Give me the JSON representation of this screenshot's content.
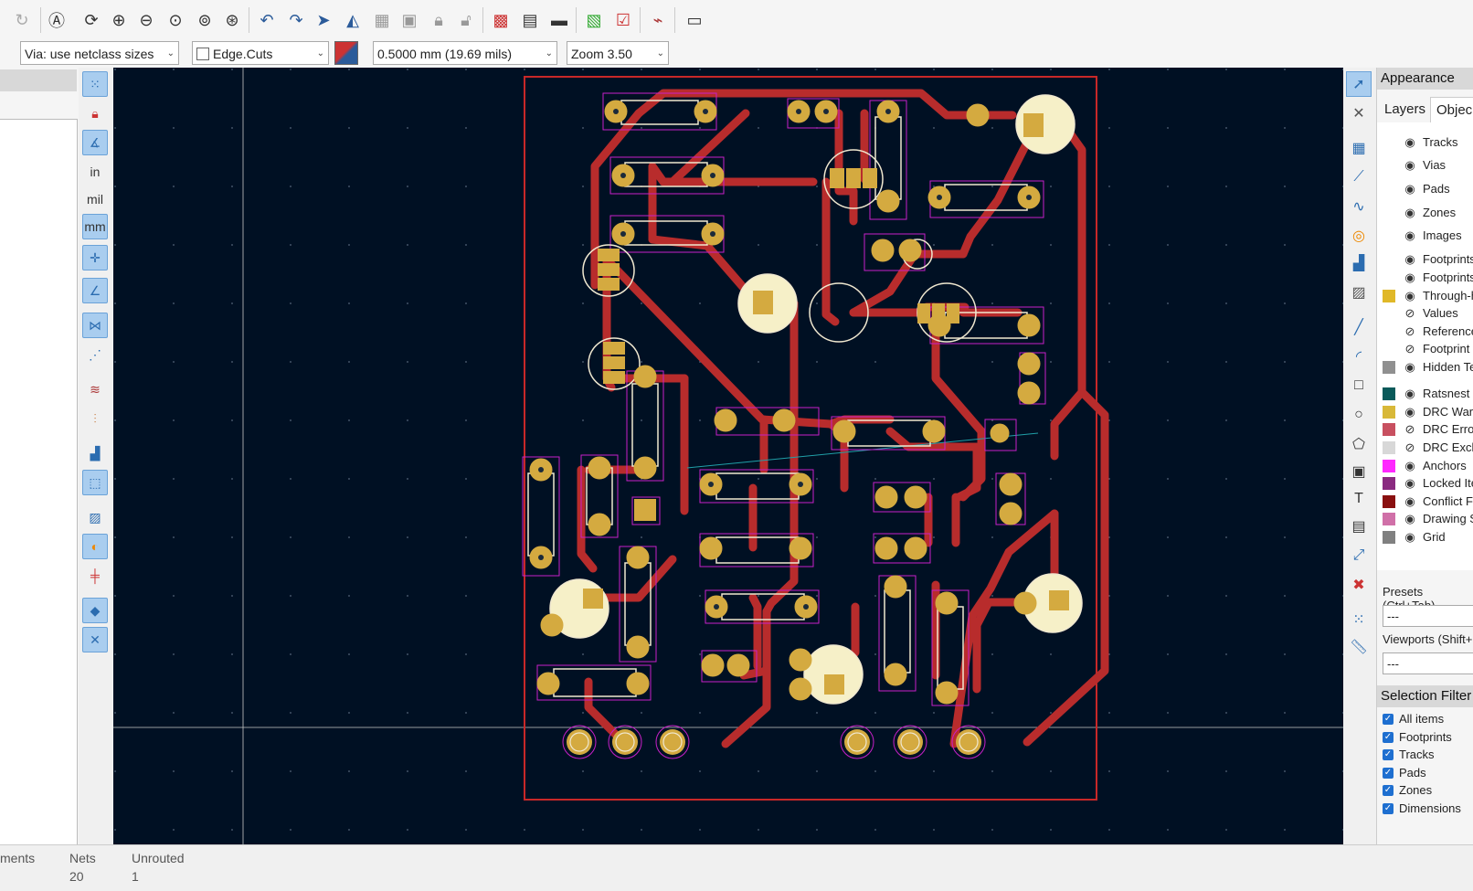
{
  "options": {
    "via_size": "Via: use netclass sizes",
    "layer": "Edge.Cuts",
    "grid": "0.5000 mm (19.69 mils)",
    "zoom": "Zoom 3.50"
  },
  "left_tools": {
    "units_in": "in",
    "units_mil": "mil",
    "units_mm": "mm"
  },
  "appearance": {
    "title": "Appearance",
    "tabs": [
      "Layers",
      "Objec"
    ],
    "objects": [
      {
        "label": "Tracks",
        "swatch": ""
      },
      {
        "label": "Vias",
        "swatch": ""
      },
      {
        "label": "Pads",
        "swatch": ""
      },
      {
        "label": "Zones",
        "swatch": ""
      },
      {
        "label": "Images",
        "swatch": ""
      },
      {
        "label": "Footprints",
        "swatch": ""
      },
      {
        "label": "Footprints",
        "swatch": ""
      },
      {
        "label": "Through-h",
        "swatch": "#e0b828"
      },
      {
        "label": "Values",
        "swatch": ""
      },
      {
        "label": "Reference",
        "swatch": ""
      },
      {
        "label": "Footprint",
        "swatch": ""
      },
      {
        "label": "Hidden Te",
        "swatch": "#909090"
      },
      {
        "label": "Ratsnest",
        "swatch": "#0a5a5a"
      },
      {
        "label": "DRC Warn",
        "swatch": "#d8b838"
      },
      {
        "label": "DRC Error",
        "swatch": "#c85060"
      },
      {
        "label": "DRC Exclu",
        "swatch": "#d8d8d8"
      },
      {
        "label": "Anchors",
        "swatch": "#ff28ff"
      },
      {
        "label": "Locked Ite",
        "swatch": "#8a2a80"
      },
      {
        "label": "Conflict Fo",
        "swatch": "#8a1010"
      },
      {
        "label": "Drawing S",
        "swatch": "#d070a8"
      },
      {
        "label": "Grid",
        "swatch": "#808080"
      }
    ],
    "presets_label": "Presets (Ctrl+Tab)",
    "presets_value": "---",
    "viewports_label": "Viewports (Shift+",
    "viewports_value": "---"
  },
  "selection_filter": {
    "title": "Selection Filter",
    "items": [
      "All items",
      "Footprints",
      "Tracks",
      "Pads",
      "Zones",
      "Dimensions"
    ]
  },
  "status": {
    "col1_label": "ments",
    "nets_label": "Nets",
    "nets_value": "20",
    "unrouted_label": "Unrouted",
    "unrouted_value": "1"
  }
}
